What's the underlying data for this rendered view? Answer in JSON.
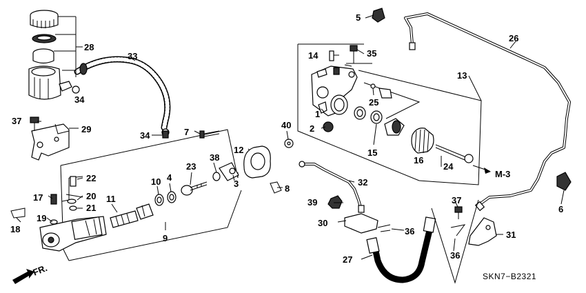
{
  "diagram_code": "SKN7−B2321",
  "ref_label": "M-3",
  "direction_label": "FR.",
  "callouts": [
    "1",
    "2",
    "3",
    "4",
    "5",
    "6",
    "7",
    "8",
    "9",
    "10",
    "11",
    "12",
    "13",
    "14",
    "15",
    "16",
    "17",
    "18",
    "19",
    "20",
    "21",
    "22",
    "23",
    "24",
    "25",
    "26",
    "27",
    "28",
    "29",
    "30",
    "31",
    "32",
    "33",
    "34",
    "34",
    "35",
    "36",
    "36",
    "37",
    "37",
    "38",
    "39",
    "40"
  ]
}
